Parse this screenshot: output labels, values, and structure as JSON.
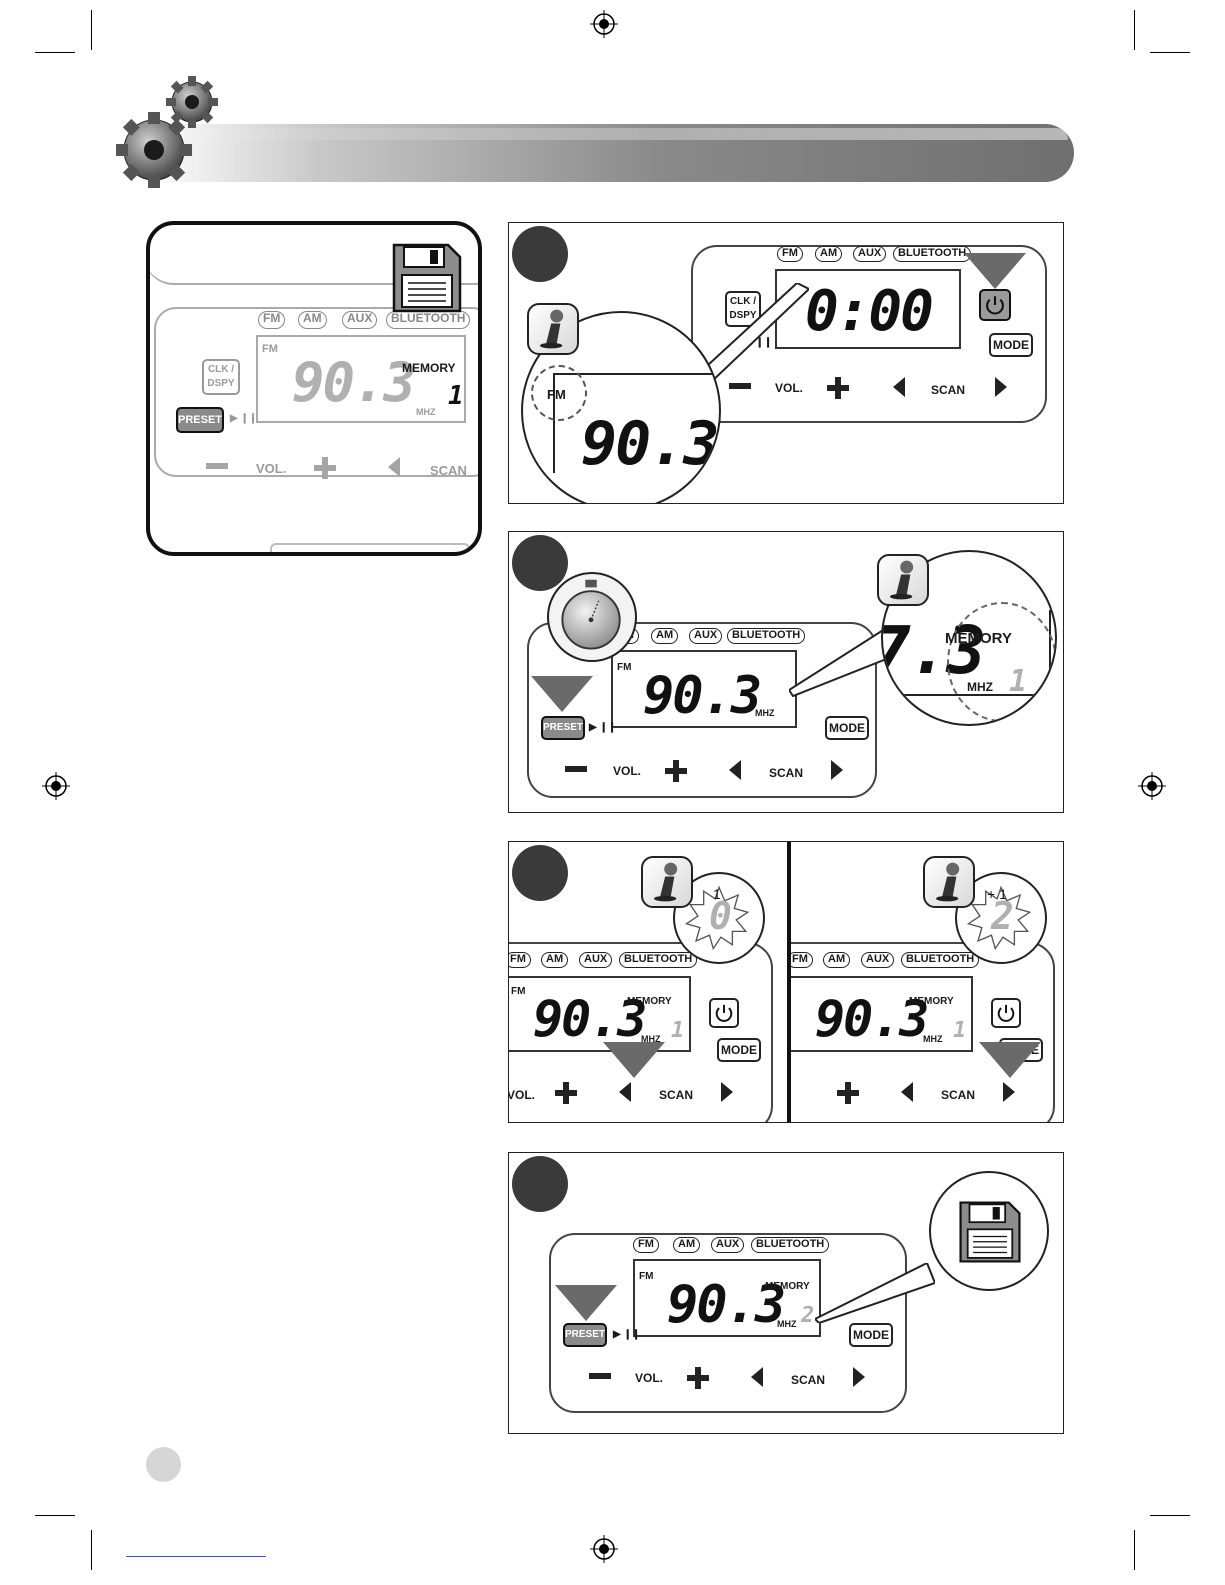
{
  "radio": {
    "modes": [
      "FM",
      "AM",
      "AUX",
      "BLUETOOTH"
    ],
    "clk_dspy": "CLK / DSPY",
    "preset": "PRESET",
    "mode": "MODE",
    "vol": "VOL.",
    "scan": "SCAN",
    "band_fm": "FM",
    "memory": "MEMORY",
    "mhz": "MHZ",
    "play_pause": "▶ ❙❙"
  },
  "intro_panel": {
    "frequency": "90.3",
    "memory_number": "1"
  },
  "step1": {
    "clock": "0:00",
    "zoom_band": "FM",
    "zoom_frequency": "90.3"
  },
  "step2": {
    "frequency": "90.3",
    "zoom_frequency_partial": "7.3",
    "zoom_memory_number": "1"
  },
  "step3": {
    "left": {
      "frequency": "90.3",
      "memory_number": "1",
      "flash_label": "1",
      "flash_digit": "0"
    },
    "right": {
      "frequency": "90.3",
      "memory_number": "1",
      "flash_label": "+ 1",
      "flash_digit": "2"
    }
  },
  "step4": {
    "frequency": "90.3",
    "memory_number": "2"
  },
  "colors": {
    "badge": "#3a3a3a",
    "pointer": "#6a6a6a",
    "banner_dark": "#6f6f6f"
  },
  "icons": [
    "gears-icon",
    "floppy-disk-icon",
    "info-person-icon",
    "stopwatch-icon",
    "power-icon",
    "registration-mark-icon"
  ]
}
